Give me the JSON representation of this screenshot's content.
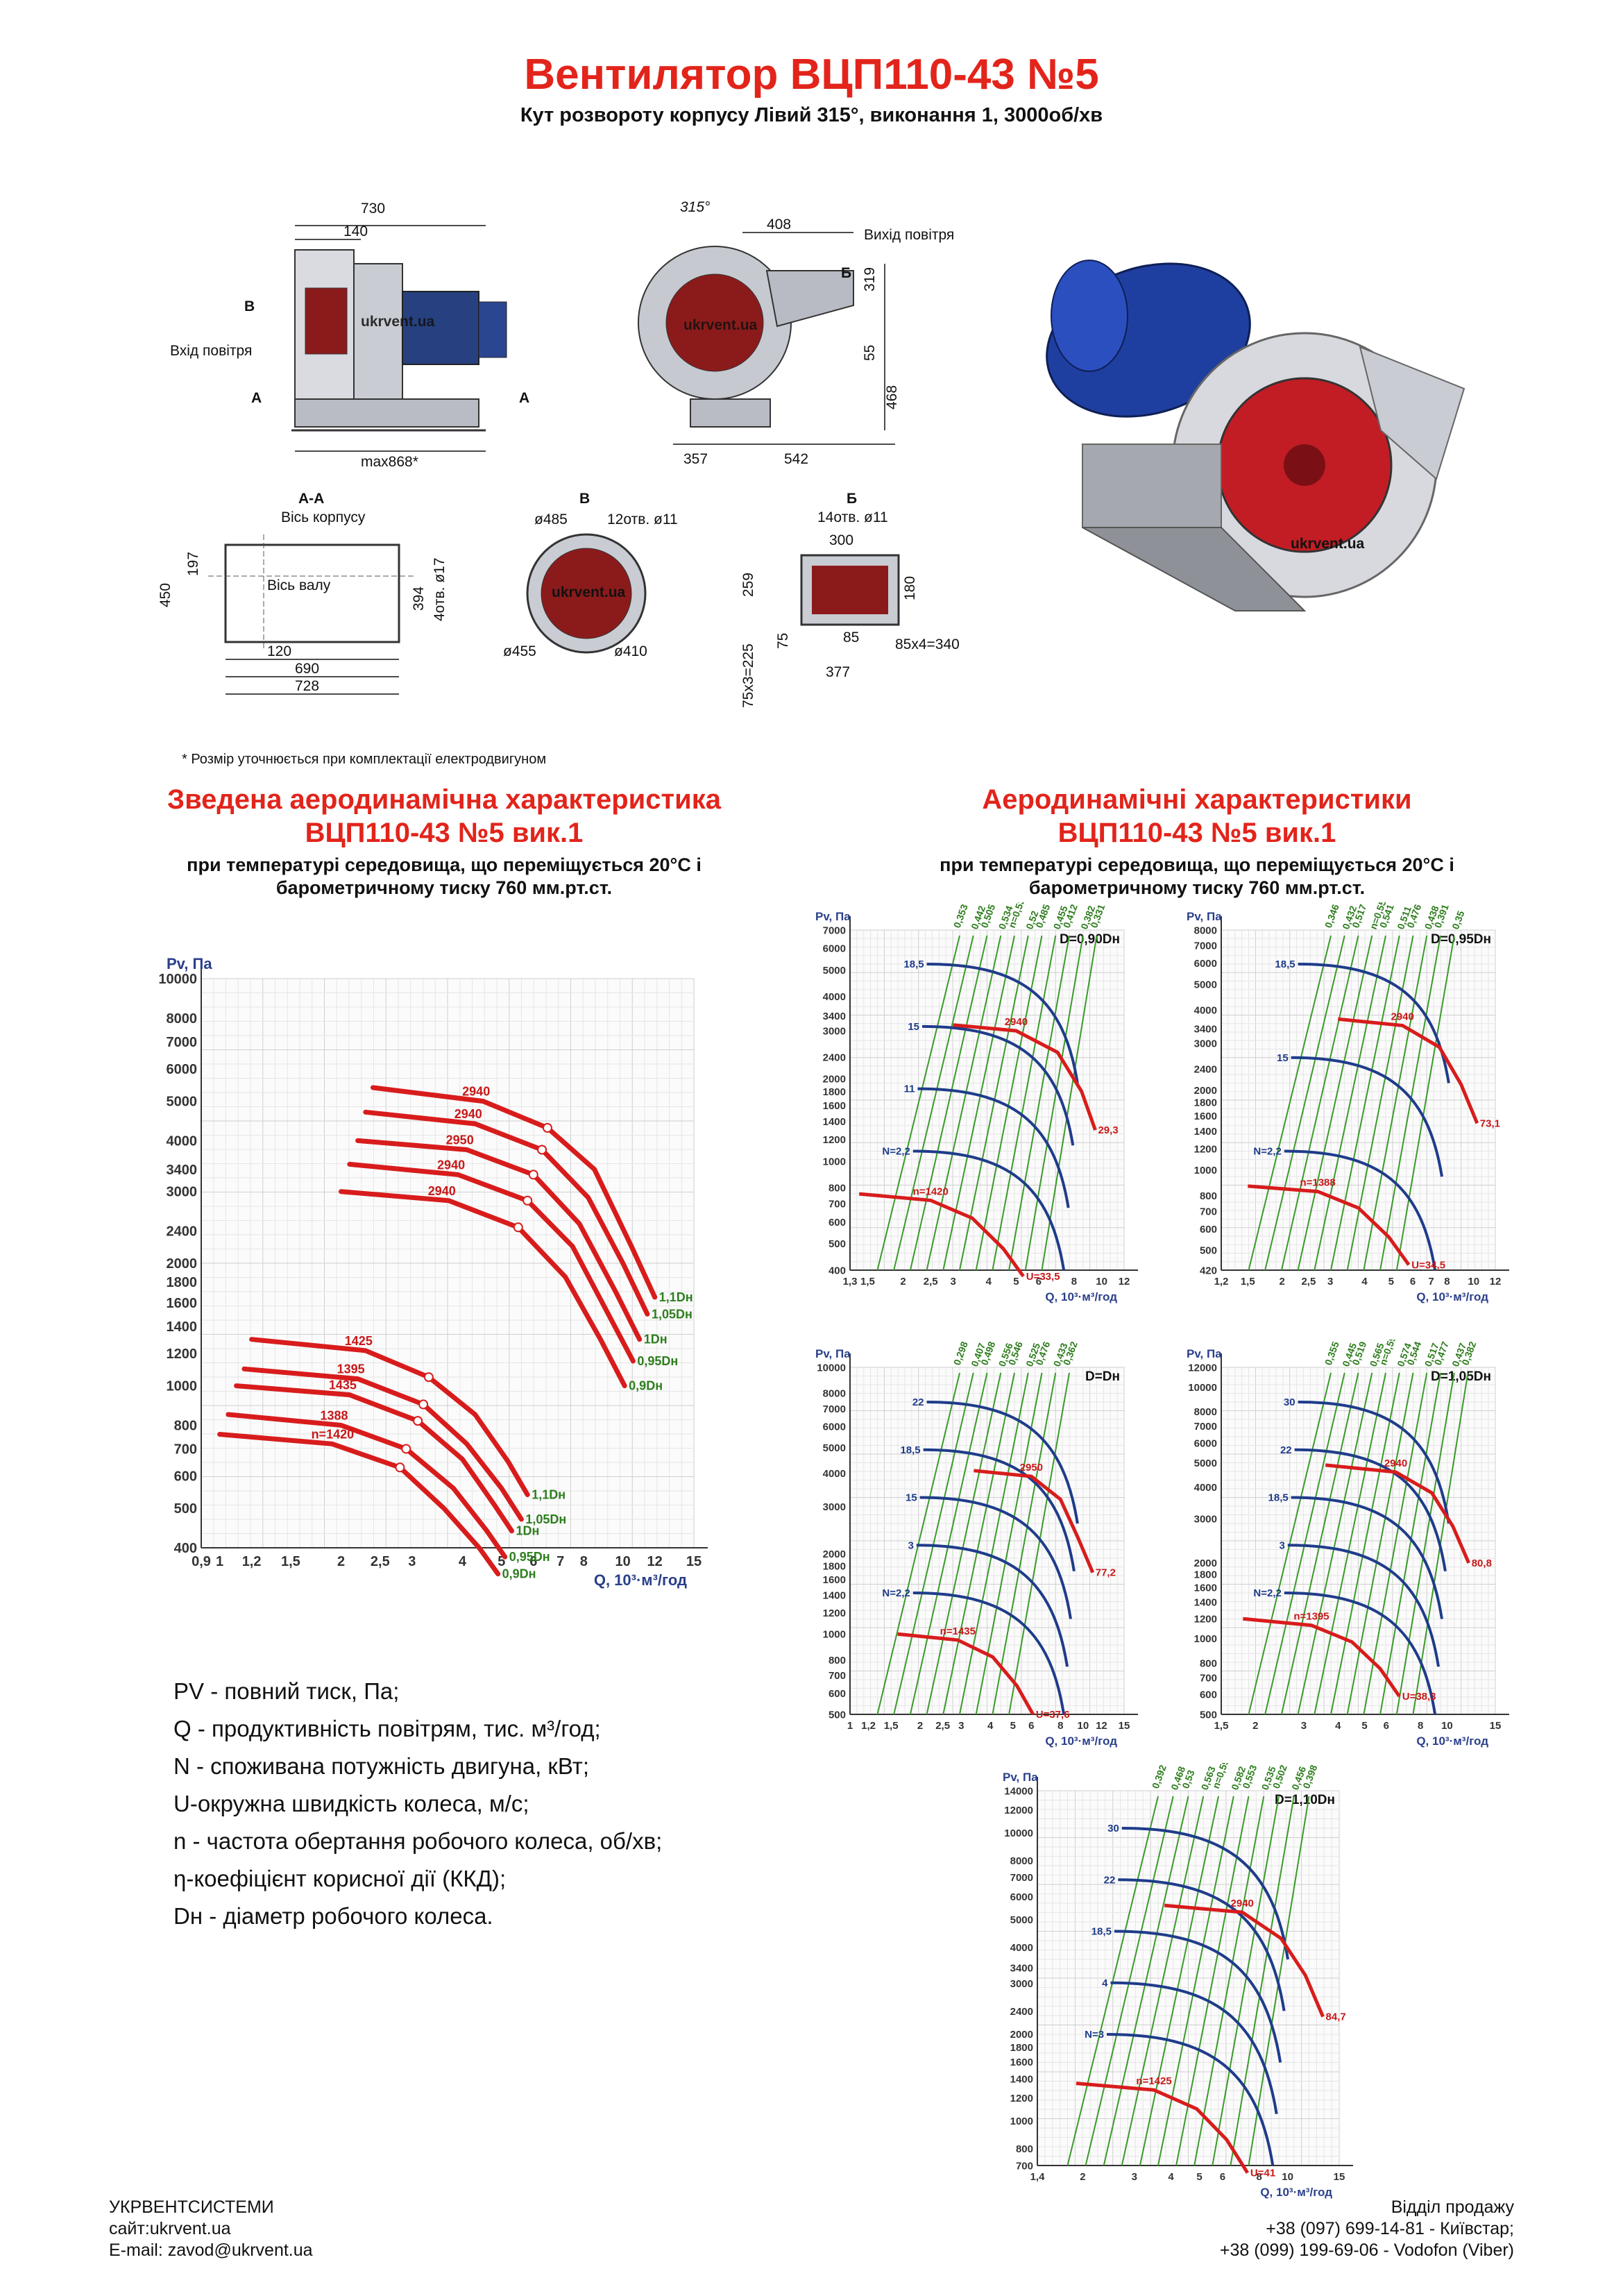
{
  "header": {
    "title": "Вентилятор ВЦП110-43 №5",
    "subtitle": "Кут розвороту корпусу Лівий 315°, виконання 1, 3000об/хв"
  },
  "drawing": {
    "dims": {
      "d730": "730",
      "d140": "140",
      "max868": "max868*",
      "d315": "315°",
      "d408": "408",
      "d319": "319",
      "d55": "55",
      "d468": "468",
      "d357": "357",
      "d542": "542",
      "d197": "197",
      "d450": "450",
      "d394": "394",
      "d4otv": "4отв. ø17",
      "d120": "120",
      "d690": "690",
      "d728": "728",
      "d485": "ø485",
      "d12otv": "12отв. ø11",
      "d455": "ø455",
      "d410": "ø410",
      "d14otv": "14отв. ø11",
      "d300": "300",
      "d259": "259",
      "d180": "180",
      "d75": "75",
      "d85": "85",
      "d75x3": "75х3=225",
      "d377": "377",
      "d85x4": "85х4=340"
    },
    "labels": {
      "B": "В",
      "A1": "А",
      "A2": "А",
      "inlet": "Вхід повітря",
      "outlet": "Вихід повітря",
      "BB": "Б",
      "sectionAA": "А-А",
      "sectionB": "В",
      "sectionBB": "Б",
      "body_axis": "Вісь корпусу",
      "shaft_axis": "Вісь валу",
      "watermark": "ukrvent.ua"
    },
    "footnote": "* Розмір уточнюється при комплектації електродвигуном"
  },
  "left_section": {
    "title_line1": "Зведена аеродинамічна характеристика",
    "title_line2": "ВЦП110-43 №5 вик.1",
    "sub_line1": "при температурі середовища, що переміщується 20°С і",
    "sub_line2": "барометричному тиску 760 мм.рт.ст."
  },
  "right_section": {
    "title_line1": "Аеродинамічні характеристики",
    "title_line2": "ВЦП110-43 №5 вик.1",
    "sub_line1": "при температурі середовища, що переміщується 20°С і",
    "sub_line2": "барометричному тиску 760 мм.рт.ст."
  },
  "chart_data": [
    {
      "type": "line",
      "id": "summary",
      "ylabel": "Pv, Па",
      "xlabel": "Q, 10³·м³/год",
      "xticks": [
        "0,9",
        "1",
        "1,2",
        "1,5",
        "2",
        "2,5",
        "3",
        "4",
        "5",
        "6",
        "7",
        "8",
        "10",
        "12",
        "15"
      ],
      "yticks": [
        "400",
        "500",
        "600",
        "700",
        "800",
        "1000",
        "1200",
        "1400",
        "1600",
        "1800",
        "2000",
        "2400",
        "3000",
        "3400",
        "4000",
        "5000",
        "6000",
        "7000",
        "8000",
        "10000"
      ],
      "xlim": [
        0.9,
        15
      ],
      "ylim": [
        400,
        10000
      ],
      "xscale": "log",
      "yscale": "log",
      "grid": true,
      "series": [
        {
          "name": "1,1Dн",
          "rpm": "2940",
          "points": [
            [
              2.4,
              5400
            ],
            [
              4.5,
              5000
            ],
            [
              6.5,
              4300
            ],
            [
              8.5,
              3400
            ],
            [
              10.5,
              2200
            ],
            [
              12.0,
              1650
            ]
          ]
        },
        {
          "name": "1,05Dн",
          "rpm": "2940",
          "points": [
            [
              2.3,
              4700
            ],
            [
              4.3,
              4400
            ],
            [
              6.3,
              3800
            ],
            [
              8.2,
              2900
            ],
            [
              10.0,
              2000
            ],
            [
              11.5,
              1500
            ]
          ]
        },
        {
          "name": "1Dн",
          "rpm": "2950",
          "points": [
            [
              2.2,
              4000
            ],
            [
              4.1,
              3800
            ],
            [
              6.0,
              3300
            ],
            [
              7.8,
              2500
            ],
            [
              9.6,
              1700
            ],
            [
              11.0,
              1300
            ]
          ]
        },
        {
          "name": "0,95Dн",
          "rpm": "2940",
          "points": [
            [
              2.1,
              3500
            ],
            [
              3.9,
              3300
            ],
            [
              5.8,
              2850
            ],
            [
              7.5,
              2200
            ],
            [
              9.2,
              1500
            ],
            [
              10.6,
              1150
            ]
          ]
        },
        {
          "name": "0,9Dн",
          "rpm": "2940",
          "points": [
            [
              2.0,
              3000
            ],
            [
              3.7,
              2850
            ],
            [
              5.5,
              2450
            ],
            [
              7.2,
              1850
            ],
            [
              8.8,
              1300
            ],
            [
              10.1,
              1000
            ]
          ]
        },
        {
          "name": "1,1Dн",
          "rpm": "1425",
          "points": [
            [
              1.2,
              1300
            ],
            [
              2.3,
              1220
            ],
            [
              3.3,
              1050
            ],
            [
              4.3,
              850
            ],
            [
              5.2,
              650
            ],
            [
              5.8,
              540
            ]
          ]
        },
        {
          "name": "1,05Dн",
          "rpm": "1395",
          "points": [
            [
              1.15,
              1100
            ],
            [
              2.2,
              1040
            ],
            [
              3.2,
              900
            ],
            [
              4.1,
              720
            ],
            [
              5.0,
              560
            ],
            [
              5.6,
              470
            ]
          ]
        },
        {
          "name": "1Dн",
          "rpm": "1435",
          "points": [
            [
              1.1,
              1000
            ],
            [
              2.1,
              950
            ],
            [
              3.1,
              820
            ],
            [
              4.0,
              660
            ],
            [
              4.8,
              510
            ],
            [
              5.3,
              440
            ]
          ]
        },
        {
          "name": "0,95Dн",
          "rpm": "1388",
          "points": [
            [
              1.05,
              850
            ],
            [
              2.0,
              800
            ],
            [
              2.9,
              700
            ],
            [
              3.8,
              560
            ],
            [
              4.6,
              440
            ],
            [
              5.1,
              380
            ]
          ]
        },
        {
          "name": "0,9Dн",
          "rpm": "n=1420",
          "points": [
            [
              1.0,
              760
            ],
            [
              1.9,
              720
            ],
            [
              2.8,
              630
            ],
            [
              3.6,
              500
            ],
            [
              4.4,
              400
            ],
            [
              4.9,
              345
            ]
          ]
        }
      ]
    },
    {
      "type": "line",
      "id": "d090",
      "title": "D=0,90Dн",
      "ylabel": "Pv, Па",
      "xlabel": "Q, 10³·м³/год",
      "xticks": [
        "1,3",
        "1,5",
        "2",
        "2,5",
        "3",
        "4",
        "5",
        "6",
        "8",
        "10",
        "12"
      ],
      "yticks": [
        "400",
        "500",
        "600",
        "700",
        "800",
        "1000",
        "1200",
        "1400",
        "1600",
        "1800",
        "2000",
        "2400",
        "3000",
        "3400",
        "4000",
        "5000",
        "6000",
        "7000"
      ],
      "eta": [
        "0,353",
        "0,442",
        "0,505",
        "0,534",
        "n=0,535",
        "0,52",
        "0,485",
        "0,455",
        "0,412",
        "0,382",
        "0,331"
      ],
      "power": [
        "18,5",
        "15",
        "11",
        "N=2,2"
      ],
      "rpm_high": "2940",
      "rpm_low": "n=1420",
      "u_high": "29,3",
      "u_low": "U=33,5",
      "high": [
        [
          3.0,
          3150
        ],
        [
          5.0,
          3000
        ],
        [
          7.0,
          2500
        ],
        [
          8.5,
          1800
        ],
        [
          9.5,
          1300
        ]
      ],
      "low": [
        [
          1.4,
          760
        ],
        [
          2.5,
          720
        ],
        [
          3.5,
          620
        ],
        [
          4.5,
          480
        ],
        [
          5.3,
          380
        ]
      ]
    },
    {
      "type": "line",
      "id": "d095",
      "title": "D=0,95Dн",
      "ylabel": "Pv, Па",
      "xlabel": "Q, 10³·м³/год",
      "xticks": [
        "1,2",
        "1,5",
        "2",
        "2,5",
        "3",
        "4",
        "5",
        "6",
        "7",
        "8",
        "10",
        "12"
      ],
      "yticks": [
        "420",
        "500",
        "600",
        "700",
        "800",
        "1000",
        "1200",
        "1400",
        "1600",
        "1800",
        "2000",
        "2400",
        "3000",
        "3400",
        "4000",
        "5000",
        "6000",
        "7000",
        "8000"
      ],
      "eta": [
        "0,346",
        "0,432",
        "0,517",
        "n=0,554",
        "0,541",
        "0,511",
        "0,476",
        "0,438",
        "0,391",
        "0,35"
      ],
      "power": [
        "18,5",
        "15",
        "N=2,2"
      ],
      "rpm_high": "2940",
      "rpm_low": "n=1388",
      "u_high": "73,1",
      "u_low": "U=34,5",
      "high": [
        [
          3.2,
          3700
        ],
        [
          5.5,
          3500
        ],
        [
          7.5,
          2900
        ],
        [
          9.0,
          2100
        ],
        [
          10.3,
          1500
        ]
      ],
      "low": [
        [
          1.5,
          870
        ],
        [
          2.7,
          830
        ],
        [
          3.8,
          720
        ],
        [
          4.9,
          560
        ],
        [
          5.8,
          440
        ]
      ]
    },
    {
      "type": "line",
      "id": "d100",
      "title": "D=Dн",
      "ylabel": "Pv, Па",
      "xlabel": "Q, 10³·м³/год",
      "xticks": [
        "1",
        "1,2",
        "1,5",
        "2",
        "2,5",
        "3",
        "4",
        "5",
        "6",
        "8",
        "10",
        "12",
        "15"
      ],
      "yticks": [
        "500",
        "600",
        "700",
        "800",
        "1000",
        "1200",
        "1400",
        "1600",
        "1800",
        "2000",
        "3000",
        "4000",
        "5000",
        "6000",
        "7000",
        "8000",
        "10000"
      ],
      "eta": [
        "0,298",
        "0,407",
        "0,498",
        "0,556",
        "0,546",
        "0,525",
        "0,476",
        "0,433",
        "0,362"
      ],
      "power": [
        "22",
        "18,5",
        "15",
        "3",
        "N=2,2"
      ],
      "rpm_high": "2950",
      "rpm_low": "n=1435",
      "u_high": "77,2",
      "u_low": "U=37,6",
      "high": [
        [
          3.4,
          4100
        ],
        [
          6.0,
          3900
        ],
        [
          8.0,
          3200
        ],
        [
          9.5,
          2300
        ],
        [
          11.0,
          1700
        ]
      ],
      "low": [
        [
          1.6,
          1000
        ],
        [
          2.9,
          950
        ],
        [
          4.1,
          820
        ],
        [
          5.2,
          640
        ],
        [
          6.1,
          500
        ]
      ]
    },
    {
      "type": "line",
      "id": "d105",
      "title": "D=1,05Dн",
      "ylabel": "Pv, Па",
      "xlabel": "Q, 10³·м³/год",
      "xticks": [
        "1,5",
        "2",
        "3",
        "4",
        "5",
        "6",
        "8",
        "10",
        "15"
      ],
      "yticks": [
        "500",
        "600",
        "700",
        "800",
        "1000",
        "1200",
        "1400",
        "1600",
        "1800",
        "2000",
        "3000",
        "4000",
        "5000",
        "6000",
        "7000",
        "8000",
        "10000",
        "12000"
      ],
      "eta": [
        "0,355",
        "0,445",
        "0,519",
        "0,565",
        "n=0,59",
        "0,574",
        "0,544",
        "0,517",
        "0,477",
        "0,437",
        "0,382"
      ],
      "power": [
        "30",
        "22",
        "18,5",
        "3",
        "N=2,2"
      ],
      "rpm_high": "2940",
      "rpm_low": "n=1395",
      "u_high": "80,8",
      "u_low": "U=38,3",
      "high": [
        [
          3.6,
          4900
        ],
        [
          6.5,
          4600
        ],
        [
          8.8,
          3800
        ],
        [
          10.5,
          2800
        ],
        [
          12.0,
          2000
        ]
      ],
      "low": [
        [
          1.8,
          1200
        ],
        [
          3.2,
          1130
        ],
        [
          4.5,
          970
        ],
        [
          5.7,
          760
        ],
        [
          6.7,
          590
        ]
      ]
    },
    {
      "type": "line",
      "id": "d110",
      "title": "D=1,10Dн",
      "ylabel": "Pv, Па",
      "xlabel": "Q, 10³·м³/год",
      "xticks": [
        "1,4",
        "2",
        "3",
        "4",
        "5",
        "6",
        "8",
        "10",
        "15"
      ],
      "yticks": [
        "700",
        "800",
        "1000",
        "1200",
        "1400",
        "1600",
        "1800",
        "2000",
        "2400",
        "3000",
        "3400",
        "4000",
        "5000",
        "6000",
        "7000",
        "8000",
        "10000",
        "12000",
        "14000"
      ],
      "eta": [
        "0,392",
        "0,468",
        "0,53",
        "0,563",
        "n=0,594",
        "0,582",
        "0,553",
        "0,535",
        "0,502",
        "0,456",
        "0,398"
      ],
      "power": [
        "30",
        "22",
        "18,5",
        "4",
        "N=3"
      ],
      "rpm_high": "2940",
      "rpm_low": "n=1425",
      "u_high": "84,7",
      "u_low": "U=41",
      "high": [
        [
          3.8,
          5600
        ],
        [
          7.0,
          5300
        ],
        [
          9.5,
          4300
        ],
        [
          11.5,
          3200
        ],
        [
          13.2,
          2300
        ]
      ],
      "low": [
        [
          1.9,
          1350
        ],
        [
          3.5,
          1280
        ],
        [
          4.9,
          1100
        ],
        [
          6.2,
          860
        ],
        [
          7.3,
          660
        ]
      ]
    }
  ],
  "legend": {
    "items": [
      {
        "key": "PV",
        "text": " - повний тиск, Па;"
      },
      {
        "key": "Q",
        "text": " - продуктивність повітрям, тис. м³/год;"
      },
      {
        "key": "N",
        "text": " - споживана потужність двигуна, кВт;"
      },
      {
        "key": "U",
        "text": "-окружна швидкість колеса, м/с;"
      },
      {
        "key": "n",
        "text": " - частота обертання робочого колеса, об/хв;"
      },
      {
        "key": "η",
        "text": "-коефіцієнт корисної дії (ККД);"
      },
      {
        "key": "Dн",
        "text": " - діаметр робочого колеса."
      }
    ]
  },
  "footer": {
    "company": "УКРВЕНТСИСТЕМИ",
    "site": "сайт:ukrvent.ua",
    "email": "E-mail: zavod@ukrvent.ua",
    "sales": "Відділ продажу",
    "phone1": "+38 (097) 699-14-81 - Київстар;",
    "phone2": "+38 (099) 199-69-06 - Vodofon (Viber)"
  }
}
